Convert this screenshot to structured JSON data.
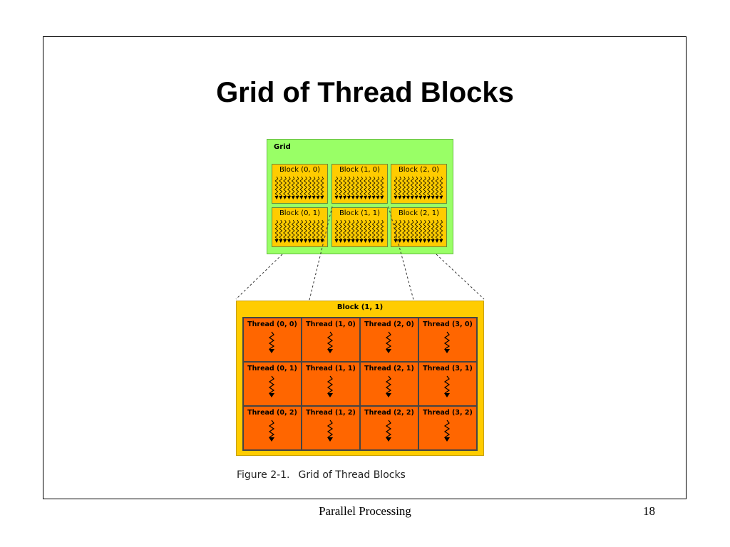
{
  "slide": {
    "title": "Grid of Thread Blocks",
    "footer": "Parallel Processing",
    "page_number": "18"
  },
  "diagram": {
    "grid_label": "Grid",
    "grid_blocks": [
      "Block (0, 0)",
      "Block (1, 0)",
      "Block (2, 0)",
      "Block (0, 1)",
      "Block (1, 1)",
      "Block (2, 1)"
    ],
    "expanded_block_label": "Block (1, 1)",
    "threads": [
      "Thread (0, 0)",
      "Thread (1, 0)",
      "Thread (2, 0)",
      "Thread (3, 0)",
      "Thread (0, 1)",
      "Thread (1, 1)",
      "Thread (2, 1)",
      "Thread (3, 1)",
      "Thread (0, 2)",
      "Thread (1, 2)",
      "Thread (2, 2)",
      "Thread (3, 2)"
    ],
    "colors": {
      "grid": "#99ff66",
      "block": "#ffcc00",
      "thread": "#ff6600"
    }
  },
  "caption": {
    "number": "Figure 2-1.",
    "text": "Grid of Thread Blocks"
  }
}
